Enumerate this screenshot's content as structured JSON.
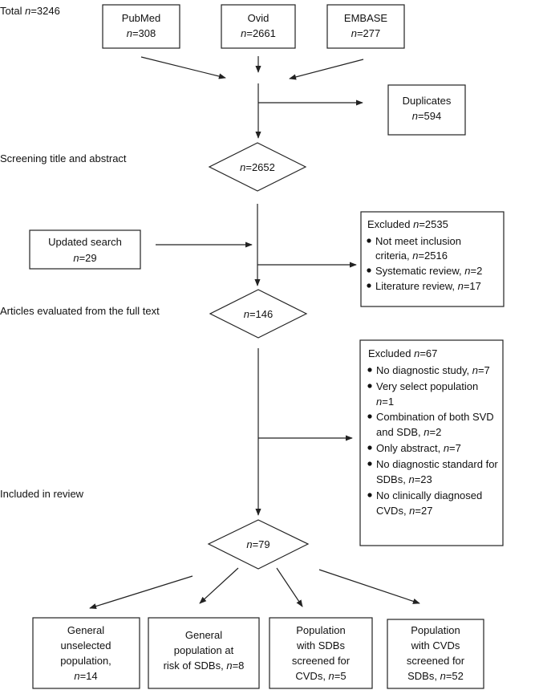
{
  "sections": {
    "total": {
      "label": "Total ",
      "n": "n",
      "value": "=3246"
    },
    "screening": "Screening title and abstract",
    "fulltext": "Articles evaluated from the full text",
    "included": "Included in review"
  },
  "sources": [
    {
      "name": "PubMed",
      "n": "n",
      "value": "=308"
    },
    {
      "name": "Ovid",
      "n": "n",
      "value": "=2661"
    },
    {
      "name": "EMBASE",
      "n": "n",
      "value": "=277"
    }
  ],
  "duplicates": {
    "title": "Duplicates",
    "n": "n",
    "value": "=594"
  },
  "screen_count": {
    "n": "n",
    "value": "=2652"
  },
  "updated_search": {
    "title": "Updated search",
    "n": "n",
    "value": "=29"
  },
  "excluded1": {
    "title": "Excluded ",
    "n": "n",
    "value": "=2535",
    "items": [
      {
        "line1": "Not meet inclusion",
        "line2_text": "criteria, ",
        "n": "n",
        "value": "=2516"
      },
      {
        "line1_text": "Systematic review, ",
        "n": "n",
        "value": "=2"
      },
      {
        "line1_text": "Literature review, ",
        "n": "n",
        "value": "=17"
      }
    ]
  },
  "fulltext_count": {
    "n": "n",
    "value": "=146"
  },
  "excluded2": {
    "title": "Excluded ",
    "n": "n",
    "value": "=67",
    "items": [
      {
        "text": "No diagnostic study, ",
        "n": "n",
        "value": "=7"
      },
      {
        "line1": "Very select population",
        "n": "n",
        "value": "=1"
      },
      {
        "line1": "Combination of both SVD",
        "line2_text": "and SDB, ",
        "n": "n",
        "value": "=2"
      },
      {
        "text": " Only abstract, ",
        "n": "n",
        "value": "=7"
      },
      {
        "line1": "No diagnostic standard for",
        "line2_text": "SDBs, ",
        "n": "n",
        "value": "=23"
      },
      {
        "line1": "No clinically diagnosed",
        "line2_text": "CVDs, ",
        "n": "n",
        "value": "=27"
      }
    ]
  },
  "included_count": {
    "n": "n",
    "value": "=79"
  },
  "outcomes": [
    {
      "lines": [
        "General",
        "unselected",
        "population,"
      ],
      "n": "n",
      "value": "=14"
    },
    {
      "lines": [
        "General",
        "population at"
      ],
      "last_text": "risk of SDBs, ",
      "n": "n",
      "value": "=8"
    },
    {
      "lines": [
        "Population",
        "with SDBs",
        "screened for"
      ],
      "last_text": "CVDs, ",
      "n": "n",
      "value": "=5"
    },
    {
      "lines": [
        "Population",
        "with CVDs",
        "screened for"
      ],
      "last_text": "SDBs, ",
      "n": "n",
      "value": "=52"
    }
  ]
}
